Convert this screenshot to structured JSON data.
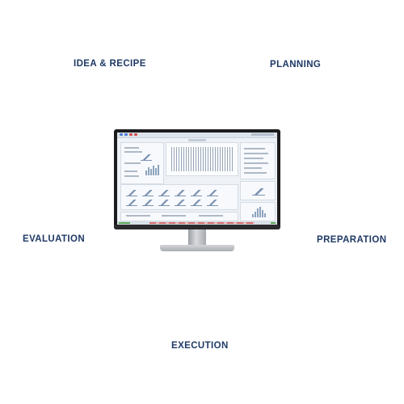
{
  "stages": {
    "idea_recipe": "IDEA & RECIPE",
    "planning": "PLANNING",
    "evaluation": "EVALUATION",
    "preparation": "PREPARATION",
    "execution": "EXECUTION"
  },
  "colors": {
    "label_text": "#1f3a66",
    "screen_background": "#eef2f7",
    "monitor_frame": "#1b1b1d"
  }
}
